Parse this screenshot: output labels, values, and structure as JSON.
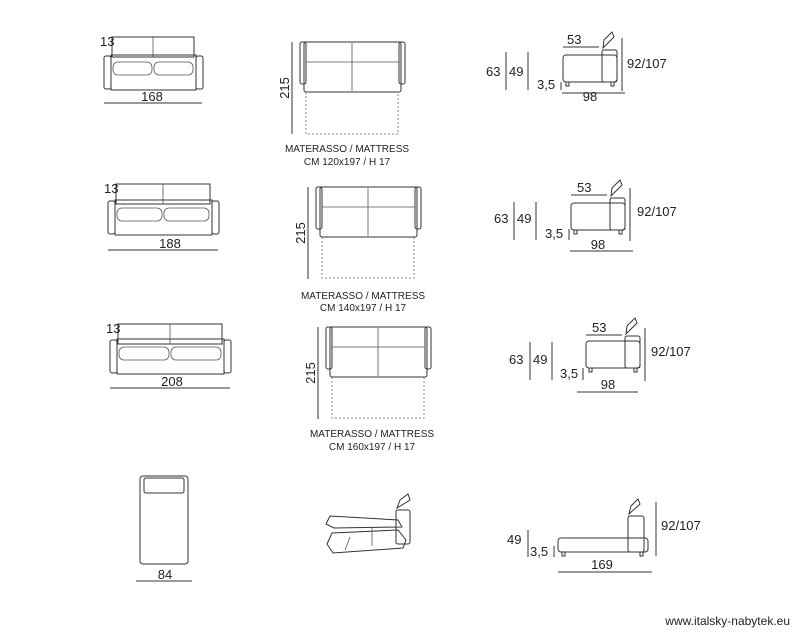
{
  "sofa_rows": [
    {
      "front": {
        "back_depth": "13",
        "width": "168"
      },
      "bed": {
        "length": "215",
        "caption_line1": "MATERASSO / MATTRESS",
        "caption_line2": "CM 120x197 / H 17"
      },
      "side": {
        "seat_depth": "53",
        "height_total": "63",
        "seat_height": "49",
        "leg_height": "3,5",
        "depth": "98",
        "headrest_height": "92/107"
      }
    },
    {
      "front": {
        "back_depth": "13",
        "width": "188"
      },
      "bed": {
        "length": "215",
        "caption_line1": "MATERASSO / MATTRESS",
        "caption_line2": "CM 140x197 / H 17"
      },
      "side": {
        "seat_depth": "53",
        "height_total": "63",
        "seat_height": "49",
        "leg_height": "3,5",
        "depth": "98",
        "headrest_height": "92/107"
      }
    },
    {
      "front": {
        "back_depth": "13",
        "width": "208"
      },
      "bed": {
        "length": "215",
        "caption_line1": "MATERASSO / MATTRESS",
        "caption_line2": "CM 160x197 / H 17"
      },
      "side": {
        "seat_depth": "53",
        "height_total": "63",
        "seat_height": "49",
        "leg_height": "3,5",
        "depth": "98",
        "headrest_height": "92/107"
      }
    }
  ],
  "chaise": {
    "top_width": "84",
    "side": {
      "seat_height": "49",
      "leg_height": "3,5",
      "length": "169",
      "headrest_height": "92/107"
    }
  },
  "footer": {
    "source": "www.italsky-nabytek.eu"
  }
}
